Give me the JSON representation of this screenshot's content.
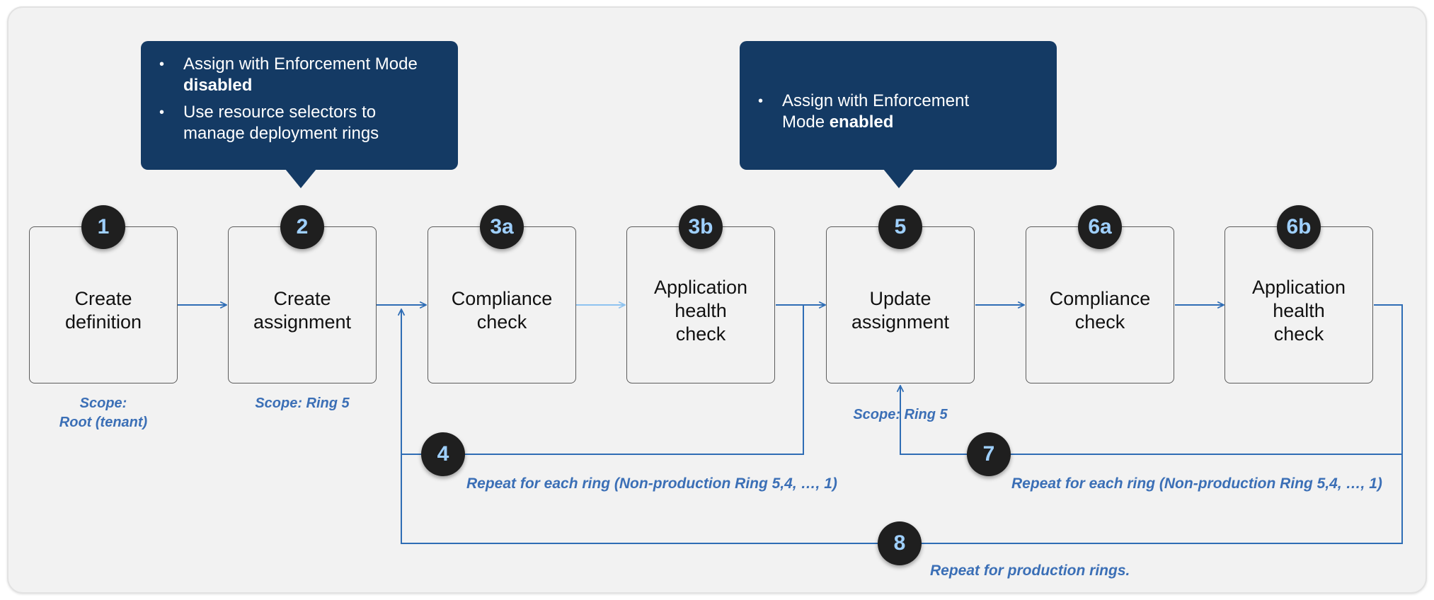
{
  "callouts": [
    {
      "items": [
        {
          "text": "Assign with Enforcement Mode ",
          "bold": "disabled"
        },
        {
          "text": "Use resource selectors to\nmanage deployment rings",
          "bold": ""
        }
      ]
    },
    {
      "items": [
        {
          "text": "Assign with Enforcement\nMode ",
          "bold": "enabled"
        }
      ]
    }
  ],
  "steps": [
    {
      "badge": "1",
      "label": "Create\ndefinition"
    },
    {
      "badge": "2",
      "label": "Create\nassignment"
    },
    {
      "badge": "3a",
      "label": "Compliance\ncheck"
    },
    {
      "badge": "3b",
      "label": "Application\nhealth\ncheck"
    },
    {
      "badge": "5",
      "label": "Update\nassignment"
    },
    {
      "badge": "6a",
      "label": "Compliance\ncheck"
    },
    {
      "badge": "6b",
      "label": "Application\nhealth\ncheck"
    }
  ],
  "scopes": [
    "Scope:\nRoot (tenant)",
    "Scope: Ring 5",
    "Scope: Ring 5"
  ],
  "loops": [
    {
      "badge": "4",
      "note": "Repeat for each ring (Non-production Ring 5,4, …, 1)"
    },
    {
      "badge": "7",
      "note": "Repeat for each ring (Non-production Ring 5,4, …, 1)"
    },
    {
      "badge": "8",
      "note": "Repeat for production rings."
    }
  ],
  "colors": {
    "callout": "#143a64",
    "badge": "#1f1f1f",
    "badge_text": "#9fd0ff",
    "connector": "#2f6db5",
    "connector_light": "#8ec3f0",
    "note_text": "#3b6fb6"
  }
}
